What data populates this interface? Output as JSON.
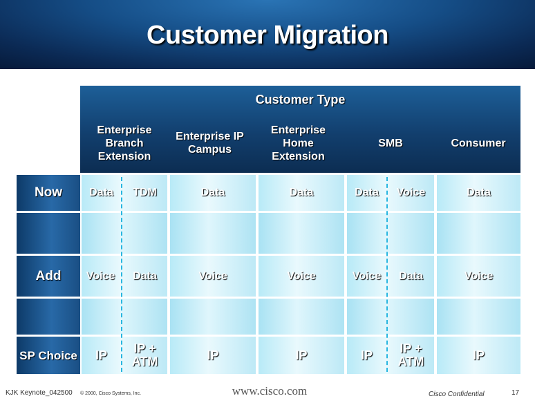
{
  "slide": {
    "title": "Customer Migration"
  },
  "header": {
    "customer_type": "Customer Type",
    "columns": [
      "Enterprise Branch Extension",
      "Enterprise IP Campus",
      "Enterprise Home Extension",
      "SMB",
      "Consumer"
    ]
  },
  "rows": {
    "now": {
      "label": "Now",
      "cells": [
        "Data",
        "TDM",
        "Data",
        "Data",
        "Data",
        "Voice",
        "Data"
      ]
    },
    "add": {
      "label": "Add",
      "cells": [
        "Voice",
        "Data",
        "Voice",
        "Voice",
        "Voice",
        "Data",
        "Voice"
      ]
    },
    "sp_choice": {
      "label": "SP Choice",
      "cells": [
        "IP",
        "IP + ATM",
        "IP",
        "IP",
        "IP",
        "IP + ATM",
        "IP"
      ]
    }
  },
  "footer": {
    "left": "KJK Keynote_042500",
    "copyright": "© 2000, Cisco Systems, Inc.",
    "url": "www.cisco.com",
    "confidential": "Cisco Confidential",
    "page": "17"
  },
  "colors": {
    "title_bg": "#154d86",
    "header_bg": "#123f6e",
    "row_header_bg": "#2869a7",
    "cell_bg": "#e9f9fd",
    "divider": "#28b6e0"
  }
}
